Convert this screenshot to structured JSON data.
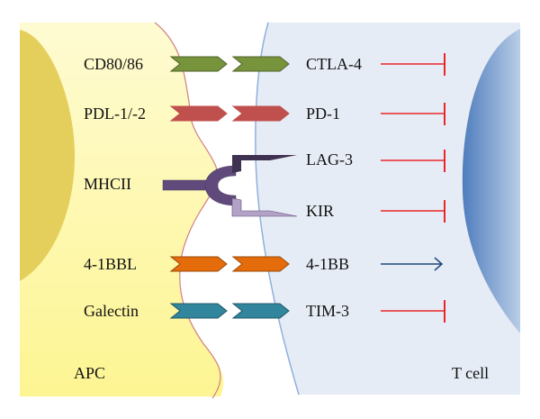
{
  "diagram": {
    "cells": {
      "apc": {
        "label": "APC",
        "fill": "#fdf7a0",
        "nucleus_fill": "#e5cf5c",
        "membrane_color": "#d08080"
      },
      "tcell": {
        "label": "T cell",
        "fill": "#e6ecf5",
        "nucleus_fill": "#5b86c2",
        "membrane_color": "#8fb0dc"
      }
    },
    "pairs": [
      {
        "ligand": "CD80/86",
        "receptor": "CTLA-4",
        "color": "#77933c",
        "stroke": "#4f6228",
        "effect": "inhibition"
      },
      {
        "ligand": "PDL-1/-2",
        "receptor": "PD-1",
        "color": "#c0504d",
        "stroke": "#c0504d",
        "effect": "inhibition"
      },
      {
        "ligand": "4-1BBL",
        "receptor": "4-1BB",
        "color": "#e46c0a",
        "stroke": "#984807",
        "effect": "activation"
      },
      {
        "ligand": "Galectin",
        "receptor": "TIM-3",
        "color": "#31859c",
        "stroke": "#215968",
        "effect": "inhibition"
      }
    ],
    "mhc": {
      "ligand": "MHCII",
      "ligand_color": "#604a7b",
      "receptors": [
        {
          "label": "LAG-3",
          "color": "#3f3151",
          "effect": "inhibition"
        },
        {
          "label": "KIR",
          "color": "#b3a2c7",
          "effect": "inhibition"
        }
      ]
    },
    "effect_colors": {
      "inhibition": "#e8262b",
      "activation": "#1f497d"
    }
  }
}
